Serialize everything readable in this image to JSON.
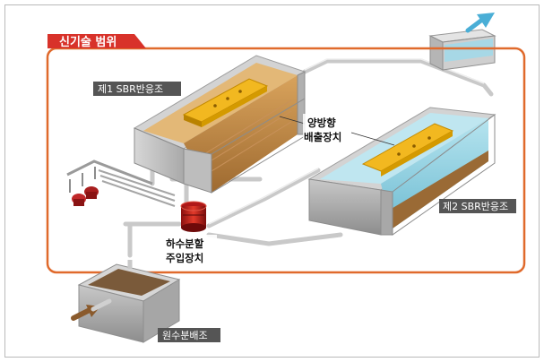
{
  "title": "신기술 범위",
  "components": {
    "reactor1": "제1 SBR반응조",
    "reactor2": "제2 SBR반응조",
    "decanter": [
      "양방향",
      "배출장치"
    ],
    "inflow_device": [
      "하수분할",
      "주입장치"
    ],
    "distribution_tank": "원수분배조"
  },
  "colors": {
    "scope_border": "#e06a2c",
    "scope_badge": "#d8322a",
    "label_bg": "#555555",
    "water": "#8fd0e0",
    "sludge": "#b07a3e",
    "decanter": "#f2b820"
  }
}
